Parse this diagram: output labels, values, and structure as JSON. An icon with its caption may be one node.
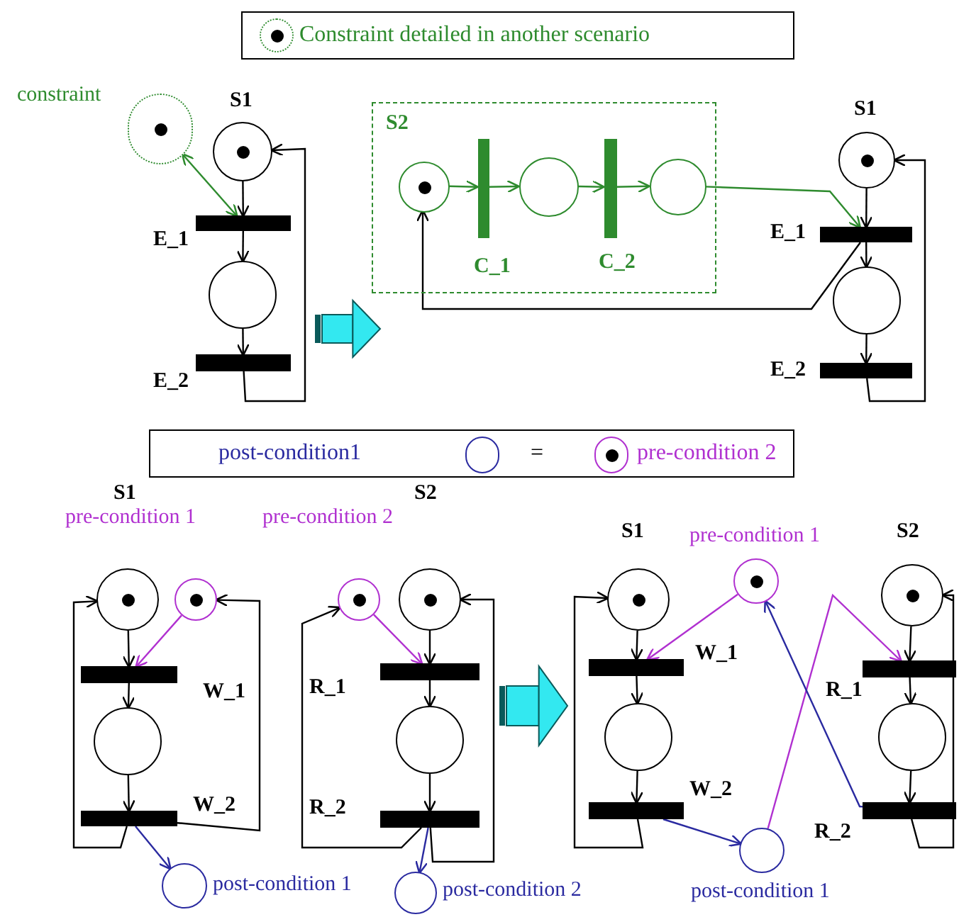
{
  "diagram": {
    "nodes": [
      {
        "text": [],
        "shape": "circle",
        "beside": [
          "constraint"
        ]
      },
      {
        "text": [],
        "shape": "circle",
        "beside": [
          "S1"
        ]
      },
      {
        "text": [],
        "shape": "bar",
        "beside": [
          "E_1"
        ]
      },
      {
        "text": [],
        "shape": "circle"
      },
      {
        "text": [],
        "shape": "bar",
        "beside": [
          "E_2"
        ]
      },
      {
        "text": [],
        "shape": "box"
      },
      {
        "text": [],
        "shape": "circle",
        "in": 5,
        "beside": [
          "S2"
        ]
      },
      {
        "text": [],
        "shape": "bar",
        "in": 5,
        "beside": [
          "C_1"
        ]
      },
      {
        "text": [],
        "shape": "circle",
        "in": 5
      },
      {
        "text": [],
        "shape": "bar",
        "in": 5,
        "beside": [
          "C_2"
        ]
      },
      {
        "text": [],
        "shape": "circle",
        "in": 5
      },
      {
        "text": [],
        "shape": "circle",
        "beside": [
          "S1"
        ]
      },
      {
        "text": [],
        "shape": "bar",
        "beside": [
          "E_1"
        ]
      },
      {
        "text": [],
        "shape": "circle"
      },
      {
        "text": [],
        "shape": "bar",
        "beside": [
          "E_2"
        ]
      },
      {
        "text": [],
        "shape": "circle",
        "beside": [
          "S1"
        ]
      },
      {
        "text": [],
        "shape": "circle",
        "beside": [
          "pre-condition 1"
        ]
      },
      {
        "text": [],
        "shape": "bar",
        "beside": [
          "W_1"
        ]
      },
      {
        "text": [],
        "shape": "circle"
      },
      {
        "text": [],
        "shape": "bar",
        "beside": [
          "W_2"
        ]
      },
      {
        "text": [],
        "shape": "circle",
        "beside": [
          "post-condition 1"
        ]
      },
      {
        "text": [],
        "shape": "circle",
        "beside": [
          "pre-condition 2"
        ]
      },
      {
        "text": [],
        "shape": "circle",
        "beside": [
          "S2"
        ]
      },
      {
        "text": [],
        "shape": "bar",
        "beside": [
          "R_1"
        ]
      },
      {
        "text": [],
        "shape": "circle"
      },
      {
        "text": [],
        "shape": "bar",
        "beside": [
          "R_2"
        ]
      },
      {
        "text": [],
        "shape": "circle",
        "beside": [
          "post-condition 2"
        ]
      },
      {
        "text": [],
        "shape": "circle",
        "beside": [
          "S1"
        ]
      },
      {
        "text": [],
        "shape": "circle",
        "beside": [
          "pre-condition 1"
        ]
      },
      {
        "text": [],
        "shape": "bar",
        "beside": [
          "W_1"
        ]
      },
      {
        "text": [],
        "shape": "circle"
      },
      {
        "text": [],
        "shape": "bar",
        "beside": [
          "W_2"
        ]
      },
      {
        "text": [],
        "shape": "circle",
        "beside": [
          "post-condition 1"
        ]
      },
      {
        "text": [],
        "shape": "circle",
        "beside": [
          "S2"
        ]
      },
      {
        "text": [],
        "shape": "bar",
        "beside": [
          "R_1"
        ]
      },
      {
        "text": [],
        "shape": "circle"
      },
      {
        "text": [],
        "shape": "bar",
        "beside": [
          "R_2"
        ]
      }
    ],
    "edges": [
      {
        "from": 0,
        "to": 2,
        "arrow": "both",
        "color": "#2e8b2e"
      },
      {
        "from": 1,
        "to": 2,
        "arrow": "to"
      },
      {
        "from": 2,
        "to": 3,
        "arrow": "to"
      },
      {
        "from": 3,
        "to": 4,
        "arrow": "to"
      },
      {
        "from": 4,
        "to": 1,
        "arrow": "to"
      },
      {
        "from": 6,
        "to": 7,
        "arrow": "to",
        "color": "#2e8b2e"
      },
      {
        "from": 7,
        "to": 8,
        "arrow": "to",
        "color": "#2e8b2e"
      },
      {
        "from": 8,
        "to": 9,
        "arrow": "to",
        "color": "#2e8b2e"
      },
      {
        "from": 9,
        "to": 10,
        "arrow": "to",
        "color": "#2e8b2e"
      },
      {
        "from": 10,
        "to": 12,
        "arrow": "to",
        "color": "#2e8b2e"
      },
      {
        "from": 12,
        "to": 6,
        "arrow": "to"
      },
      {
        "from": 11,
        "to": 12,
        "arrow": "to"
      },
      {
        "from": 12,
        "to": 13,
        "arrow": "to"
      },
      {
        "from": 13,
        "to": 14,
        "arrow": "to"
      },
      {
        "from": 14,
        "to": 11,
        "arrow": "to"
      },
      {
        "from": 15,
        "to": 17,
        "arrow": "to"
      },
      {
        "from": 16,
        "to": 17,
        "arrow": "to",
        "color": "#b030d0"
      },
      {
        "from": 17,
        "to": 18,
        "arrow": "to"
      },
      {
        "from": 18,
        "to": 19,
        "arrow": "to"
      },
      {
        "from": 19,
        "to": 15,
        "arrow": "to"
      },
      {
        "from": 19,
        "to": 16,
        "arrow": "to"
      },
      {
        "from": 19,
        "to": 20,
        "arrow": "to",
        "color": "#2a2aa0"
      },
      {
        "from": 22,
        "to": 23,
        "arrow": "to"
      },
      {
        "from": 21,
        "to": 23,
        "arrow": "to",
        "color": "#b030d0"
      },
      {
        "from": 23,
        "to": 24,
        "arrow": "to"
      },
      {
        "from": 24,
        "to": 25,
        "arrow": "to"
      },
      {
        "from": 25,
        "to": 21,
        "arrow": "to"
      },
      {
        "from": 25,
        "to": 22,
        "arrow": "to"
      },
      {
        "from": 25,
        "to": 26,
        "arrow": "to",
        "color": "#2a2aa0"
      },
      {
        "from": 27,
        "to": 29,
        "arrow": "to"
      },
      {
        "from": 28,
        "to": 29,
        "arrow": "to",
        "color": "#b030d0"
      },
      {
        "from": 29,
        "to": 30,
        "arrow": "to"
      },
      {
        "from": 30,
        "to": 31,
        "arrow": "to"
      },
      {
        "from": 31,
        "to": 27,
        "arrow": "to"
      },
      {
        "from": 31,
        "to": 32,
        "arrow": "to",
        "color": "#2a2aa0"
      },
      {
        "from": 32,
        "to": 34,
        "arrow": "to",
        "color": "#b030d0"
      },
      {
        "from": 36,
        "to": 28,
        "arrow": "to",
        "color": "#2a2aa0"
      },
      {
        "from": 33,
        "to": 34,
        "arrow": "to"
      },
      {
        "from": 34,
        "to": 35,
        "arrow": "to"
      },
      {
        "from": 35,
        "to": 36,
        "arrow": "to"
      },
      {
        "from": 36,
        "to": 33,
        "arrow": "to"
      }
    ],
    "labels": [
      "post-condition1",
      "=",
      "pre-condition 2"
    ],
    "legend": [
      {
        "text": "Constraint detailed in another scenario"
      }
    ]
  }
}
